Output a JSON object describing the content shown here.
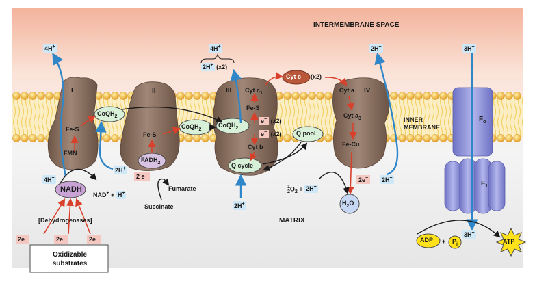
{
  "regions": {
    "intermembrane": "INTERMEMBRANE SPACE",
    "inner_membrane": "INNER MEMBRANE",
    "matrix": "MATRIX"
  },
  "complexes": {
    "I": "I",
    "II": "II",
    "III": "III",
    "IV": "IV",
    "Fo": "F",
    "Fo_sub": "o",
    "F1": "F",
    "F1_sub": "1"
  },
  "proton_labels": {
    "h4_top_I": "4H",
    "h4_bottom_I": "4H",
    "h4_top_III": "4H",
    "h2x2_III": "2H",
    "h2x2_suffix": "(x2)",
    "h2_bottom_II": "2H",
    "h2_bottom_III": "2H",
    "h2_top_IV": "2H",
    "h2_bottom_IV": "2H",
    "h3_top": "3H",
    "h3_bottom": "3H",
    "plus": "+"
  },
  "carriers": {
    "fes_I": "Fe-S",
    "fmn": "FMN",
    "coqh2_1": "CoQH",
    "coqh2_2": "CoQH",
    "coqh2_3": "CoQH",
    "sub2": "2",
    "fes_II": "Fe-S",
    "fadh2": "FADH",
    "cytc1": "Cyt c",
    "cytc1_sub": "1",
    "fes_III": "Fe-S",
    "cytb": "Cyt b",
    "qcycle": "Q cycle",
    "qpool": "Q pool",
    "cytc": "Cyt c",
    "cytc_x2": "(x2)",
    "cyta": "Cyt a",
    "cyta3": "Cyt a",
    "cyta3_sub": "3",
    "fecu": "Fe-Cu",
    "e_x2_a": "e",
    "e_x2_b": "e",
    "e_suffix": "(x2)"
  },
  "metabolites": {
    "nadh": "NADH",
    "nad": "NAD",
    "hplus": "H",
    "dehydrogenases": "[Dehydrogenases]",
    "oxidizable": "Oxidizable substrates",
    "e2_a": "2e",
    "e2_b": "2e",
    "e2_c": "2e",
    "e2_II": "2 e",
    "e2_IV": "2e",
    "fumarate": "Fumarate",
    "succinate": "Succinate",
    "half": "1",
    "half_den": "2",
    "o2": "O",
    "o2_sub": "2",
    "h2o": "H",
    "h2o_sub": "2",
    "h2o_o": "O",
    "adp": "ADP",
    "pi": "P",
    "pi_sub": "i",
    "atp": "ATP"
  },
  "colors": {
    "protein": "#8c7262",
    "atp_synthase": "#8f93d8",
    "electron_arrow": "#d9402b",
    "proton_arrow": "#2f86c8",
    "membrane_head": "#f0b73b",
    "ims_top": "#f6bfa8",
    "nadh_fill": "#c9a3d6",
    "atp_fill": "#ffe21a",
    "carrier_fill": "#d8efd8"
  }
}
